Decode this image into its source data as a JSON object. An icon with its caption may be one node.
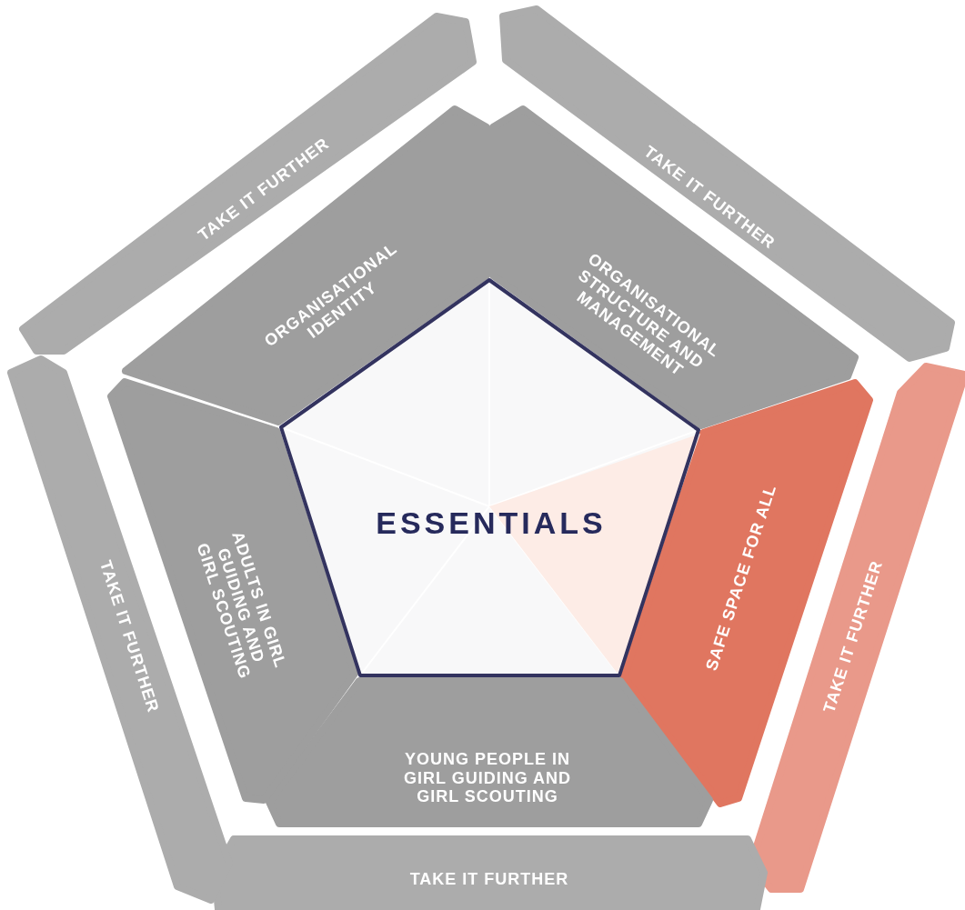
{
  "diagram": {
    "nodes": [
      {
        "text": [
          "ESSENTIALS"
        ]
      },
      {
        "text": [
          "ORGANISATIONAL IDENTITY"
        ]
      },
      {
        "text": [
          "ORGANISATIONAL STRUCTURE AND MANAGEMENT"
        ]
      },
      {
        "text": [
          "SAFE SPACE FOR ALL"
        ]
      },
      {
        "text": [
          "YOUNG PEOPLE IN GIRL GUIDING AND GIRL SCOUTING"
        ]
      },
      {
        "text": [
          "ADULTS IN GIRL GUIDING AND GIRL SCOUTING"
        ]
      },
      {
        "text": [
          "TAKE IT FURTHER"
        ]
      },
      {
        "text": [
          "TAKE IT FURTHER"
        ]
      },
      {
        "text": [
          "TAKE IT FURTHER"
        ]
      },
      {
        "text": [
          "TAKE IT FURTHER"
        ]
      },
      {
        "text": [
          "TAKE IT FURTHER"
        ]
      }
    ]
  }
}
